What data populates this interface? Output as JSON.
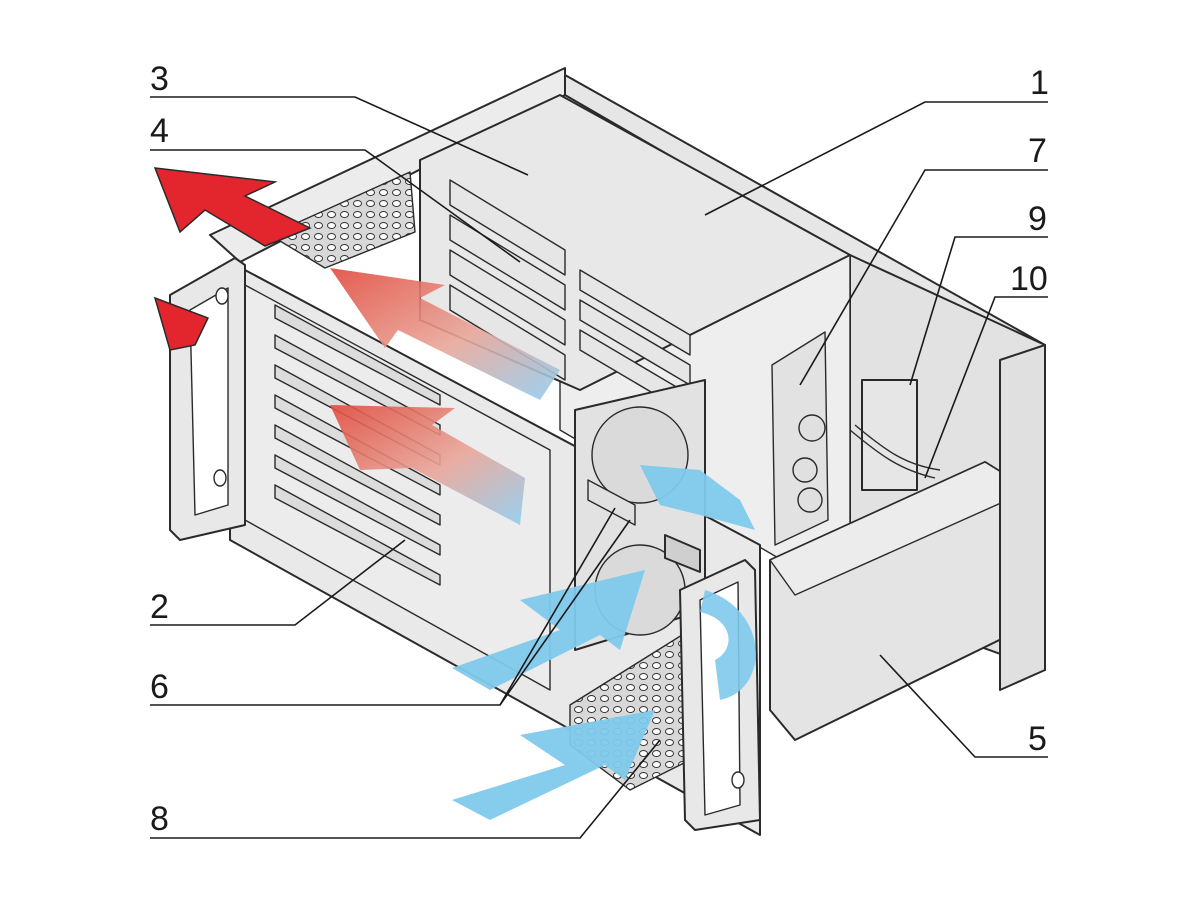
{
  "callouts": [
    {
      "number": "1"
    },
    {
      "number": "2"
    },
    {
      "number": "3"
    },
    {
      "number": "4"
    },
    {
      "number": "5"
    },
    {
      "number": "6"
    },
    {
      "number": "7"
    },
    {
      "number": "8"
    },
    {
      "number": "9"
    },
    {
      "number": "10"
    }
  ],
  "colors": {
    "hot_air": "#e3262e",
    "cool_air": "#7fc9ec",
    "case_light": "#efefef",
    "case_mid": "#dedede",
    "case_dark": "#c8c8c8",
    "line": "#2a2a2a"
  }
}
